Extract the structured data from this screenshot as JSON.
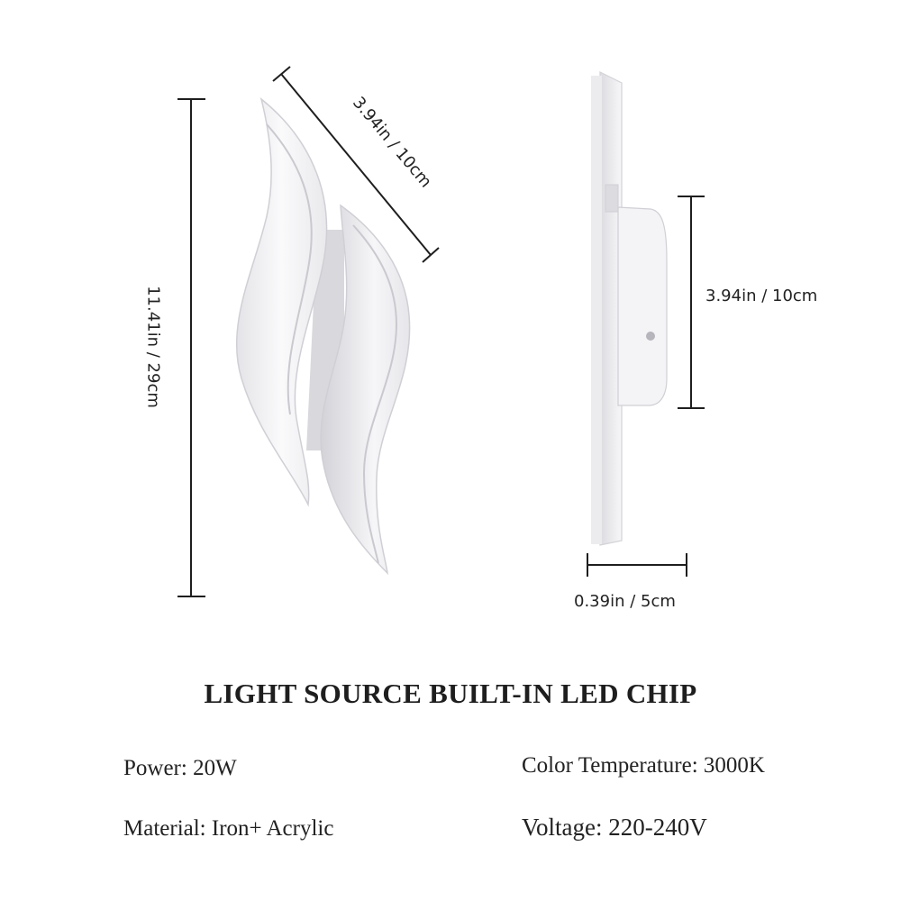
{
  "dimensions": {
    "height": "11.41in / 29cm",
    "width": "3.94in / 10cm",
    "mount_height": "3.94in / 10cm",
    "depth": "0.39in / 5cm"
  },
  "headline": "LIGHT SOURCE BUILT-IN LED CHIP",
  "specs": {
    "power": "Power: 20W",
    "material": "Material: Iron+ Acrylic",
    "color_temperature": "Color Temperature: 3000K",
    "voltage": "Voltage: 220-240V"
  },
  "colors": {
    "lamp_face": "#f4f4f6",
    "lamp_shadow": "#d6d6dc",
    "line": "#1e1e1e"
  }
}
